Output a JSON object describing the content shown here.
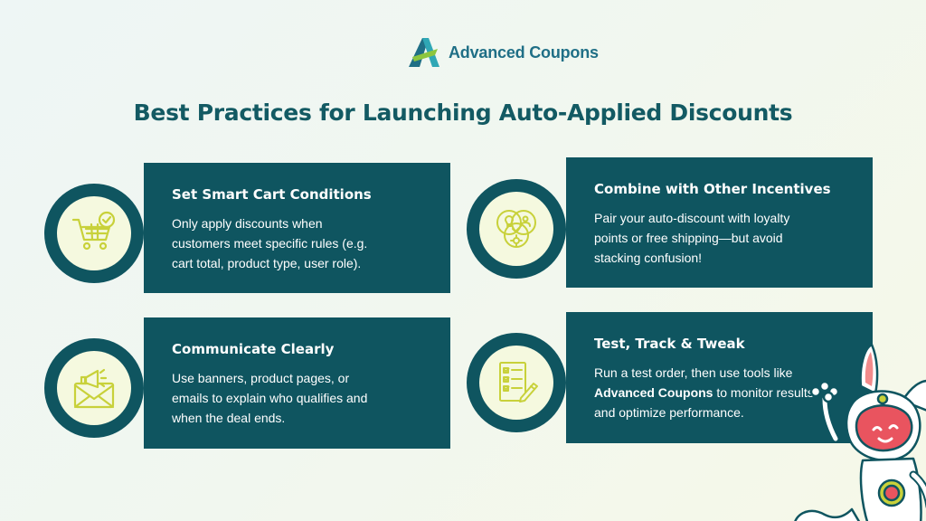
{
  "brand": {
    "name": "Advanced Coupons"
  },
  "title": "Best Practices for Launching Auto-Applied Discounts",
  "cards": [
    {
      "title": "Set Smart Cart Conditions",
      "lines": [
        "Only apply discounts when",
        "customers meet specific rules (e.g.",
        "cart total, product type, user role)."
      ],
      "icon": "shopping-cart-check-icon"
    },
    {
      "title": "Combine with Other Incentives",
      "lines": [
        "Pair your auto-discount with loyalty",
        "points or free shipping—but avoid",
        "stacking confusion!"
      ],
      "icon": "venn-diagram-icon"
    },
    {
      "title": "Communicate Clearly",
      "lines": [
        "Use banners, product pages, or",
        "emails to explain who qualifies and",
        "when the deal ends."
      ],
      "icon": "megaphone-envelope-icon"
    },
    {
      "title": "Test, Track & Tweak",
      "line1": "Run a test order, then use tools like",
      "line2_bold": "Advanced Coupons",
      "line2_rest": " to monitor results",
      "line3": "and optimize performance.",
      "icon": "checklist-pencil-icon"
    }
  ],
  "colors": {
    "primary": "#0f5560",
    "accent": "#c8d13a",
    "disc": "#f5f9df",
    "brand_blue": "#1f6f86"
  }
}
